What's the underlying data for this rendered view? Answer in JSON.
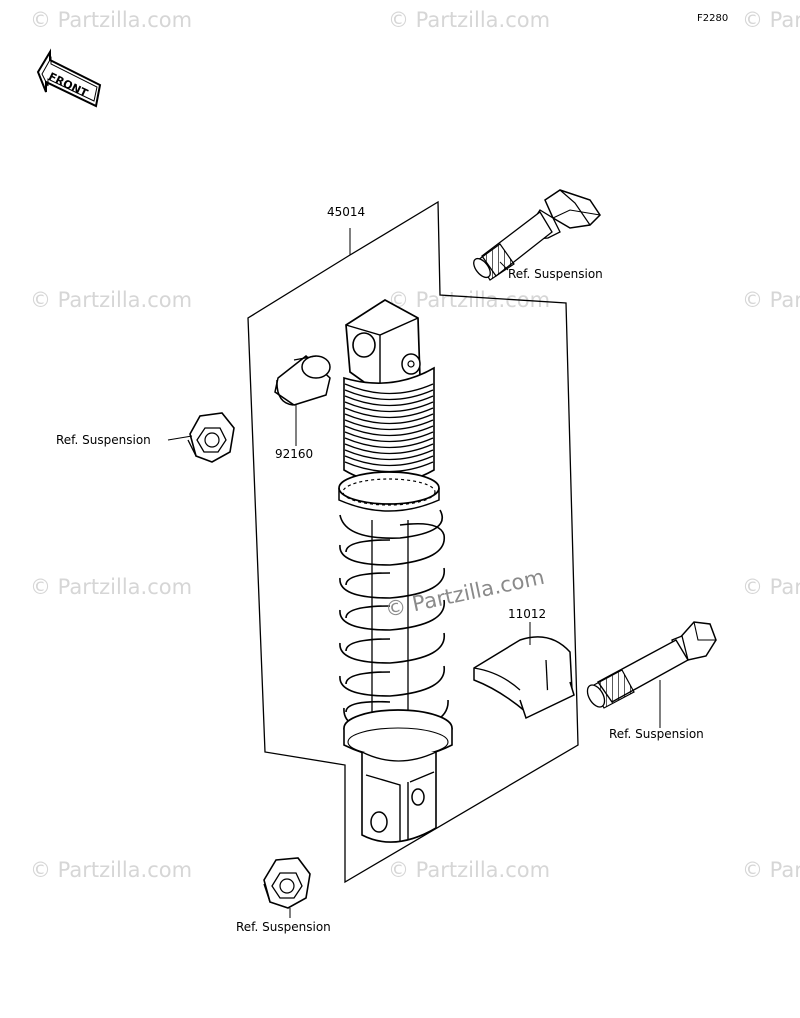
{
  "diagram": {
    "figure_code": "F2280",
    "front_badge": "FRONT",
    "parts": [
      {
        "number": "45014"
      },
      {
        "number": "92160"
      },
      {
        "number": "11012"
      }
    ],
    "references": [
      "Ref. Suspension",
      "Ref. Suspension",
      "Ref. Suspension",
      "Ref. Suspension"
    ]
  },
  "watermark": {
    "text": "© Partzilla.com",
    "center_text": "© Partzilla.com",
    "color": "#d6d6d6"
  }
}
